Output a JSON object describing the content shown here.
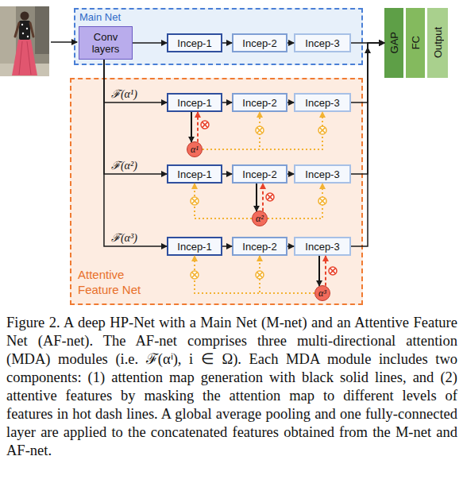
{
  "diagram": {
    "caption": "Figure 2. A deep HP-Net with a Main Net (M-net) and an Attentive Feature Net (AF-net). The AF-net comprises three multi-directional attention (MDA) modules (i.e. ℱ(αⁱ), i ∈ Ω). Each MDA module includes two components: (1) attention map generation with black solid lines, and (2) attentive features by masking the attention map to different levels of features in hot dash lines. A global average pooling and one fully-connected layer are applied to the concatenated features obtained from the M-net and AF-net.",
    "nodes": [
      {
        "text": [
          "Main Net"
        ]
      },
      {
        "text": [
          "Conv layers"
        ],
        "in": 0
      },
      {
        "text": [
          "Incep-1"
        ],
        "in": 0
      },
      {
        "text": [
          "Incep-2"
        ],
        "in": 0
      },
      {
        "text": [
          "Incep-3"
        ],
        "in": 0
      },
      {
        "text": [
          "GAP"
        ]
      },
      {
        "text": [
          "FC"
        ]
      },
      {
        "text": [
          "Output"
        ]
      },
      {
        "text": [
          "Attentive Feature Net"
        ]
      },
      {
        "text": [
          "Incep-1"
        ],
        "in": 8
      },
      {
        "text": [
          "Incep-2"
        ],
        "in": 8
      },
      {
        "text": [
          "Incep-3"
        ],
        "in": 8
      },
      {
        "text": [
          "α¹"
        ],
        "in": 8
      },
      {
        "text": [
          "Incep-1"
        ],
        "in": 8
      },
      {
        "text": [
          "Incep-2"
        ],
        "in": 8
      },
      {
        "text": [
          "Incep-3"
        ],
        "in": 8
      },
      {
        "text": [
          "α²"
        ],
        "in": 8
      },
      {
        "text": [
          "Incep-1"
        ],
        "in": 8
      },
      {
        "text": [
          "Incep-2"
        ],
        "in": 8
      },
      {
        "text": [
          "Incep-3"
        ],
        "in": 8
      },
      {
        "text": [
          "α³"
        ],
        "in": 8
      }
    ],
    "edges": [
      {
        "from": 1,
        "to": 2,
        "arrow": "to"
      },
      {
        "from": 2,
        "to": 3,
        "arrow": "to"
      },
      {
        "from": 3,
        "to": 4,
        "arrow": "to"
      },
      {
        "from": 4,
        "to": 5,
        "arrow": "to"
      },
      {
        "from": 1,
        "to": 9,
        "label": "ℱ(α¹)",
        "arrow": "to"
      },
      {
        "from": 1,
        "to": 13,
        "label": "ℱ(α²)",
        "arrow": "to"
      },
      {
        "from": 1,
        "to": 17,
        "label": "ℱ(α³)",
        "arrow": "to"
      },
      {
        "from": 9,
        "to": 10,
        "arrow": "to"
      },
      {
        "from": 10,
        "to": 11,
        "arrow": "to"
      },
      {
        "from": 13,
        "to": 14,
        "arrow": "to"
      },
      {
        "from": 14,
        "to": 15,
        "arrow": "to"
      },
      {
        "from": 17,
        "to": 18,
        "arrow": "to"
      },
      {
        "from": 18,
        "to": 19,
        "arrow": "to"
      },
      {
        "from": 9,
        "to": 12,
        "arrow": "to"
      },
      {
        "from": 12,
        "to": 9,
        "arrow": "to"
      },
      {
        "from": 12,
        "to": 10,
        "arrow": "to"
      },
      {
        "from": 12,
        "to": 11,
        "arrow": "to"
      },
      {
        "from": 14,
        "to": 16,
        "arrow": "to"
      },
      {
        "from": 16,
        "to": 14,
        "arrow": "to"
      },
      {
        "from": 16,
        "to": 13,
        "arrow": "to"
      },
      {
        "from": 16,
        "to": 15,
        "arrow": "to"
      },
      {
        "from": 19,
        "to": 20,
        "arrow": "to"
      },
      {
        "from": 20,
        "to": 19,
        "arrow": "to"
      },
      {
        "from": 20,
        "to": 17,
        "arrow": "to"
      },
      {
        "from": 20,
        "to": 18,
        "arrow": "to"
      },
      {
        "from": 11,
        "to": 5,
        "arrow": "to"
      },
      {
        "from": 15,
        "to": 5,
        "arrow": "to"
      },
      {
        "from": 19,
        "to": 5,
        "arrow": "to"
      }
    ]
  }
}
